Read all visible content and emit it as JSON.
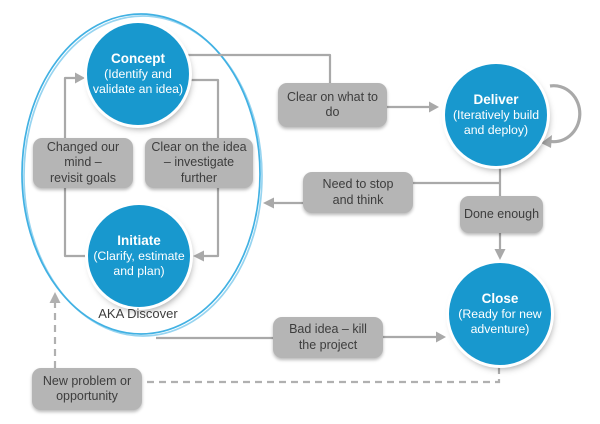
{
  "palette": {
    "circle_blue": "#1898ce",
    "box_gray": "#b5b5b5",
    "line_gray": "#a9a9a9",
    "ellipse_blue": "#41b1e3",
    "box_text": "#3d3d3d",
    "circle_text": "#ffffff"
  },
  "nodes": {
    "concept": {
      "title": "Concept",
      "sub1": "(Identify and",
      "sub2": "validate an idea)"
    },
    "initiate": {
      "title": "Initiate",
      "sub1": "(Clarify, estimate",
      "sub2": "and plan)"
    },
    "deliver": {
      "title": "Deliver",
      "sub1": "(Iteratively build",
      "sub2": "and deploy)"
    },
    "close": {
      "title": "Close",
      "sub1": "(Ready for new",
      "sub2": "adventure)"
    }
  },
  "labels": {
    "changed_mind": {
      "l1": "Changed our",
      "l2": "mind –",
      "l3": "revisit goals"
    },
    "clear_idea": {
      "l1": "Clear on the idea",
      "l2": "– investigate",
      "l3": "further"
    },
    "clear_what": {
      "l1": "Clear on what to",
      "l2": "do"
    },
    "need_stop": {
      "l1": "Need to stop",
      "l2": "and think"
    },
    "done_enough": {
      "l1": "Done enough"
    },
    "bad_idea": {
      "l1": "Bad idea – kill",
      "l2": "the project"
    },
    "new_problem": {
      "l1": "New problem or",
      "l2": "opportunity"
    },
    "aka_discover": "AKA Discover"
  },
  "icons": {
    "deliver_loop": "iteration-loop-arrow-icon"
  }
}
